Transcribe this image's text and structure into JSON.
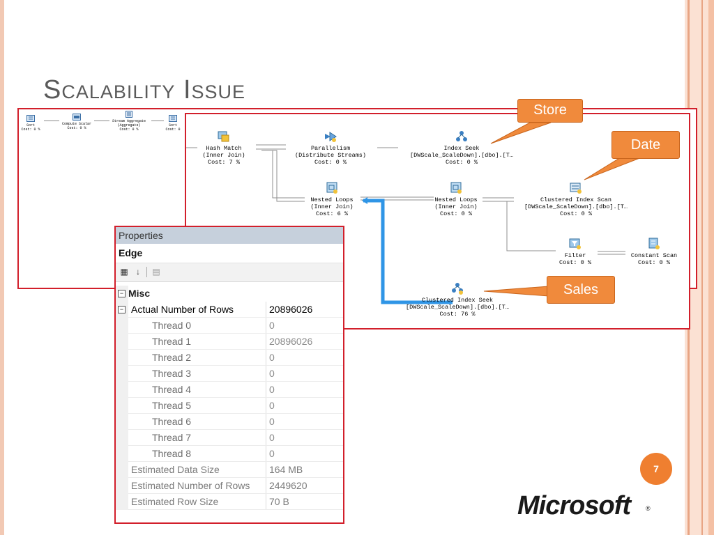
{
  "slide": {
    "title": "Scalability Issue",
    "page_number": "7",
    "logo_text": "Microsoft",
    "logo_mark": "®",
    "colors": {
      "accent": "#ef7f30",
      "border": "#d21f2b",
      "callout": "#f08a3c"
    }
  },
  "background_plan": {
    "ops": [
      {
        "name": "Sort",
        "cost": "Cost: 0 %"
      },
      {
        "name": "Compute Scalar",
        "cost": "Cost: 0 %"
      },
      {
        "name": "Stream Aggregate",
        "sub": "(Aggregate)",
        "cost": "Cost: 0 %"
      },
      {
        "name": "Sort",
        "cost": "Cost: 0"
      }
    ]
  },
  "plan": {
    "hash_match": {
      "name": "Hash Match",
      "sub": "(Inner Join)",
      "cost": "Cost: 7 %"
    },
    "parallelism": {
      "name": "Parallelism",
      "sub": "(Distribute Streams)",
      "cost": "Cost: 0 %"
    },
    "index_seek": {
      "name": "Index Seek",
      "sub": "[DWScale_ScaleDown].[dbo].[T…",
      "cost": "Cost: 0 %"
    },
    "nested_loops_1": {
      "name": "Nested Loops",
      "sub": "(Inner Join)",
      "cost": "Cost: 6 %"
    },
    "nested_loops_2": {
      "name": "Nested Loops",
      "sub": "(Inner Join)",
      "cost": "Cost: 0 %"
    },
    "clustered_index_scan": {
      "name": "Clustered Index Scan",
      "sub": "[DWScale_ScaleDown].[dbo].[T…",
      "cost": "Cost: 0 %"
    },
    "filter": {
      "name": "Filter",
      "cost": "Cost: 0 %"
    },
    "constant_scan": {
      "name": "Constant Scan",
      "cost": "Cost: 0 %"
    },
    "clustered_index_seek": {
      "name": "Clustered Index Seek",
      "sub": "[DWScale_ScaleDown].[dbo].[T…",
      "cost": "Cost: 76 %"
    }
  },
  "callouts": {
    "store": "Store",
    "date": "Date",
    "sales": "Sales"
  },
  "properties": {
    "title": "Properties",
    "object": "Edge",
    "misc_label": "Misc",
    "rows": [
      {
        "key": "Actual Number of Rows",
        "value": "20896026"
      },
      {
        "key": "Thread 0",
        "value": "0"
      },
      {
        "key": "Thread 1",
        "value": "20896026"
      },
      {
        "key": "Thread 2",
        "value": "0"
      },
      {
        "key": "Thread 3",
        "value": "0"
      },
      {
        "key": "Thread 4",
        "value": "0"
      },
      {
        "key": "Thread 5",
        "value": "0"
      },
      {
        "key": "Thread 6",
        "value": "0"
      },
      {
        "key": "Thread 7",
        "value": "0"
      },
      {
        "key": "Thread 8",
        "value": "0"
      },
      {
        "key": "Estimated Data Size",
        "value": "164 MB"
      },
      {
        "key": "Estimated Number of Rows",
        "value": "2449620"
      },
      {
        "key": "Estimated Row Size",
        "value": "70 B"
      }
    ]
  }
}
